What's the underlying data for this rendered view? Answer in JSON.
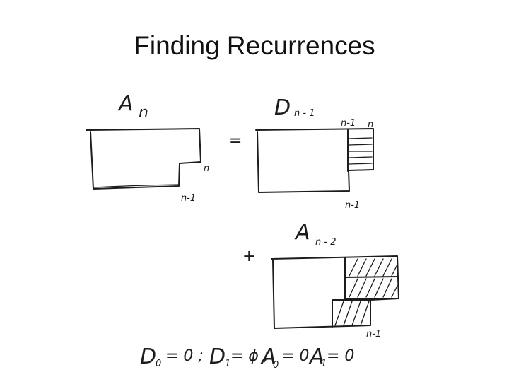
{
  "title": "Finding Recurrences",
  "diagram": {
    "tiling_a": {
      "letter": "A",
      "subscript": "n",
      "side_label": "n",
      "bottom_label": "n-1"
    },
    "equals_sign": "=",
    "tiling_d": {
      "letter": "D",
      "subscript": "n - 1",
      "top_left_label": "n-1",
      "top_right_label": "n",
      "bottom_label": "n-1"
    },
    "plus_sign": "+",
    "tiling_a2": {
      "letter": "A",
      "subscript": "n - 2",
      "bottom_label": "n-1"
    },
    "initial_conditions": {
      "d0": {
        "letter": "D",
        "subscript": "0",
        "rhs": "= 0 ;"
      },
      "d1": {
        "letter": "D",
        "subscript": "1",
        "rhs": "= ϕ ;"
      },
      "a0": {
        "letter": "A",
        "subscript": "0",
        "rhs": "= 0"
      },
      "a1": {
        "letter": "A",
        "subscript": "1",
        "rhs": "= 0"
      }
    }
  }
}
